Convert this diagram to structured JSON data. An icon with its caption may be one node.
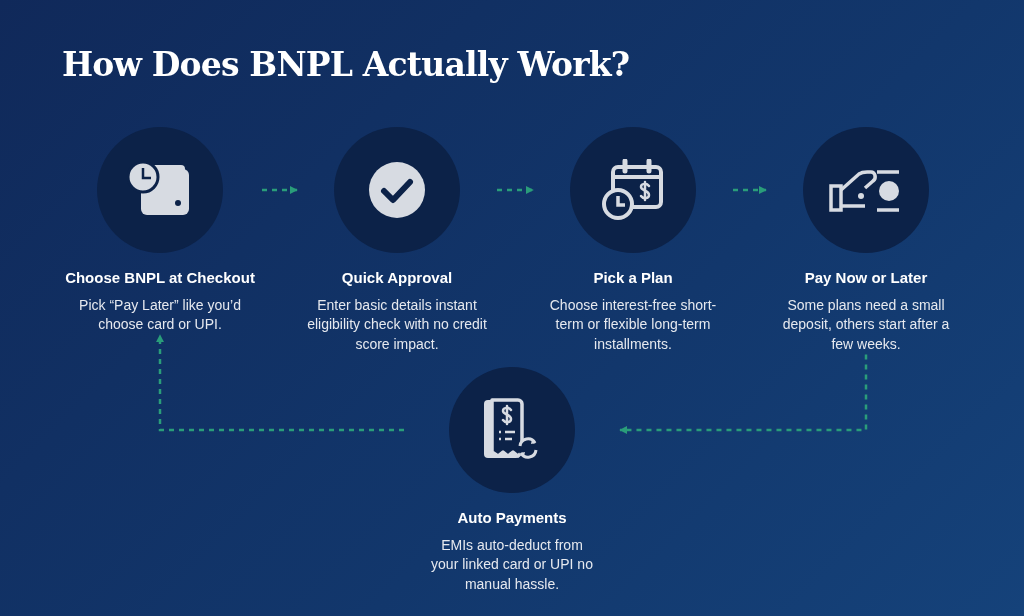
{
  "diagram": {
    "title": "How Does BNPL Actually Work?",
    "nodes": [
      {
        "text": [
          "Choose BNPL at Checkout",
          "Pick “Pay Later” like you’d choose card or UPI."
        ]
      },
      {
        "text": [
          "Quick Approval",
          "Enter basic details instant eligibility check with no credit score impact."
        ]
      },
      {
        "text": [
          "Pick a Plan",
          "Choose interest-free short-term or flexible long-term installments."
        ]
      },
      {
        "text": [
          "Pay Now or Later",
          "Some plans need a small deposit, others start after a few weeks."
        ]
      },
      {
        "text": [
          "Auto Payments",
          "EMIs auto-deduct from your linked card or UPI no manual hassle."
        ]
      }
    ],
    "edges": [
      {
        "from": 0,
        "to": 1,
        "arrow": "to",
        "style": "dashed"
      },
      {
        "from": 1,
        "to": 2,
        "arrow": "to",
        "style": "dashed"
      },
      {
        "from": 2,
        "to": 3,
        "arrow": "to",
        "style": "dashed"
      },
      {
        "from": 3,
        "to": 4,
        "arrow": "to",
        "style": "dashed"
      },
      {
        "from": 4,
        "to": 0,
        "arrow": "to",
        "style": "dashed"
      }
    ]
  }
}
